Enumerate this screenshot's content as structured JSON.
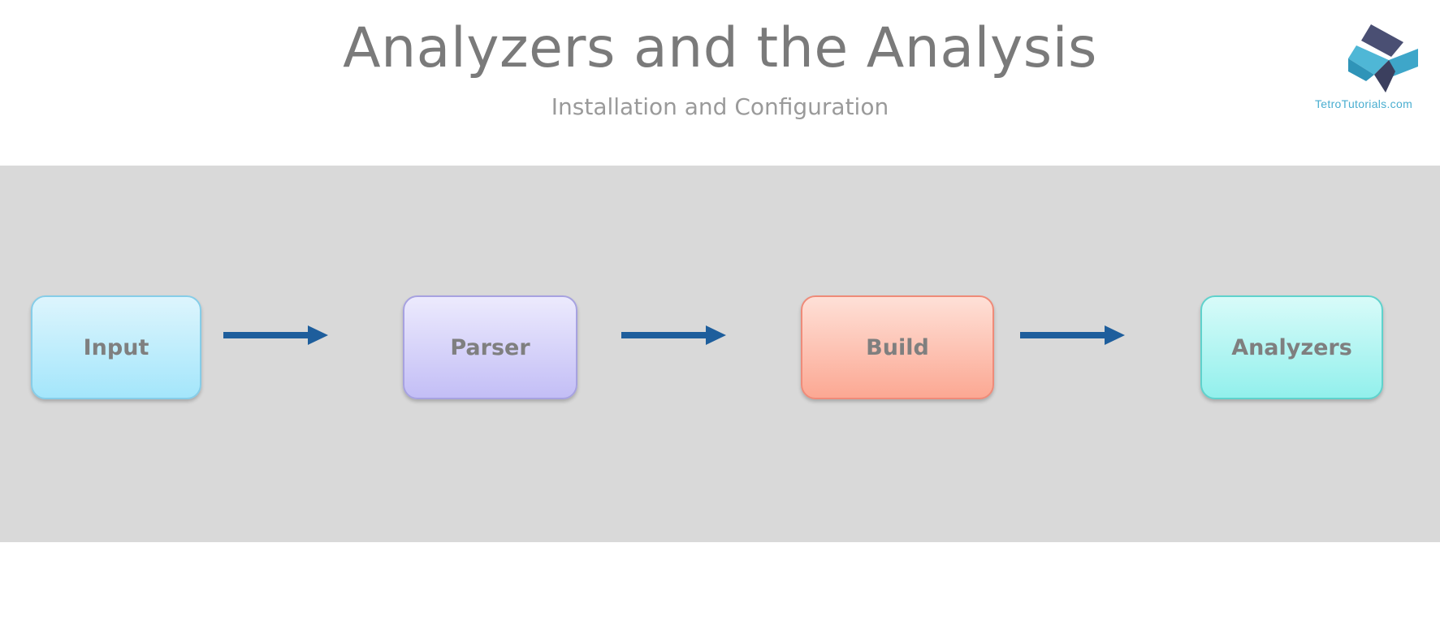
{
  "header": {
    "title": "Analyzers and the Analysis",
    "subtitle": "Installation and Configuration"
  },
  "logo": {
    "text": "TetroTutorials.com",
    "icon": "tetro-cube-logo-icon"
  },
  "diagram": {
    "nodes": [
      {
        "id": "input",
        "label": "Input"
      },
      {
        "id": "parser",
        "label": "Parser"
      },
      {
        "id": "build",
        "label": "Build"
      },
      {
        "id": "analyzers",
        "label": "Analyzers"
      }
    ],
    "edges": [
      {
        "from": "input",
        "to": "parser"
      },
      {
        "from": "parser",
        "to": "build"
      },
      {
        "from": "build",
        "to": "analyzers"
      }
    ]
  },
  "colors": {
    "band": "#d9d9d9",
    "arrow": "#1e5e9c",
    "title": "#7a7a7a",
    "input": "#a4e6fb",
    "parser": "#c3bef6",
    "build": "#fca893",
    "analyzers": "#92f0ec"
  }
}
